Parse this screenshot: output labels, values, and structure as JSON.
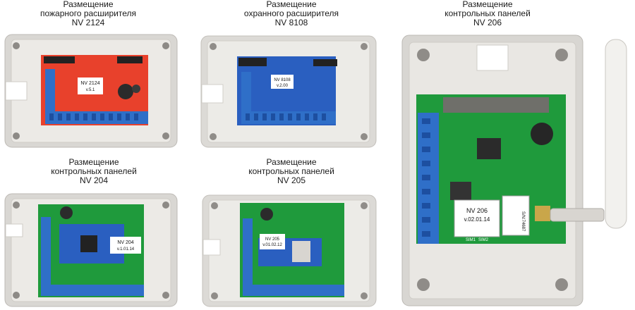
{
  "captions": [
    {
      "line1": "Размещение",
      "line2": "пожарного расширителя",
      "line3": "NV 2124"
    },
    {
      "line1": "Размещение",
      "line2": "охранного расширителя",
      "line3": "NV 8108"
    },
    {
      "line1": "Размещение",
      "line2": "контрольных панелей",
      "line3": "NV 206"
    },
    {
      "line1": "Размещение",
      "line2": "контрольных панелей",
      "line3": "NV 204"
    },
    {
      "line1": "Размещение",
      "line2": "контрольных панелей",
      "line3": "NV 205"
    }
  ],
  "boards": {
    "nv2124": {
      "name": "NV 2124",
      "version": "v.5.1"
    },
    "nv8108": {
      "name": "NV 8108",
      "version": "v.2.00"
    },
    "nv206": {
      "name": "NV 206",
      "version": "v.02.01.14",
      "serial": "S/N:74687",
      "sim1": "SIM1",
      "sim2": "SIM2"
    },
    "nv204": {
      "name": "NV 204",
      "version": "v.1.01.14"
    },
    "nv205": {
      "name": "NV 205",
      "version": "v.01.02.12"
    }
  },
  "colors": {
    "enclosure": "#dcdad6",
    "enclosure_inner": "#e9e7e3",
    "terminal_blue": "#2f6fc8",
    "board_red": "#e8412c",
    "board_blue": "#2a5fc0",
    "board_green": "#1f9a3c"
  }
}
